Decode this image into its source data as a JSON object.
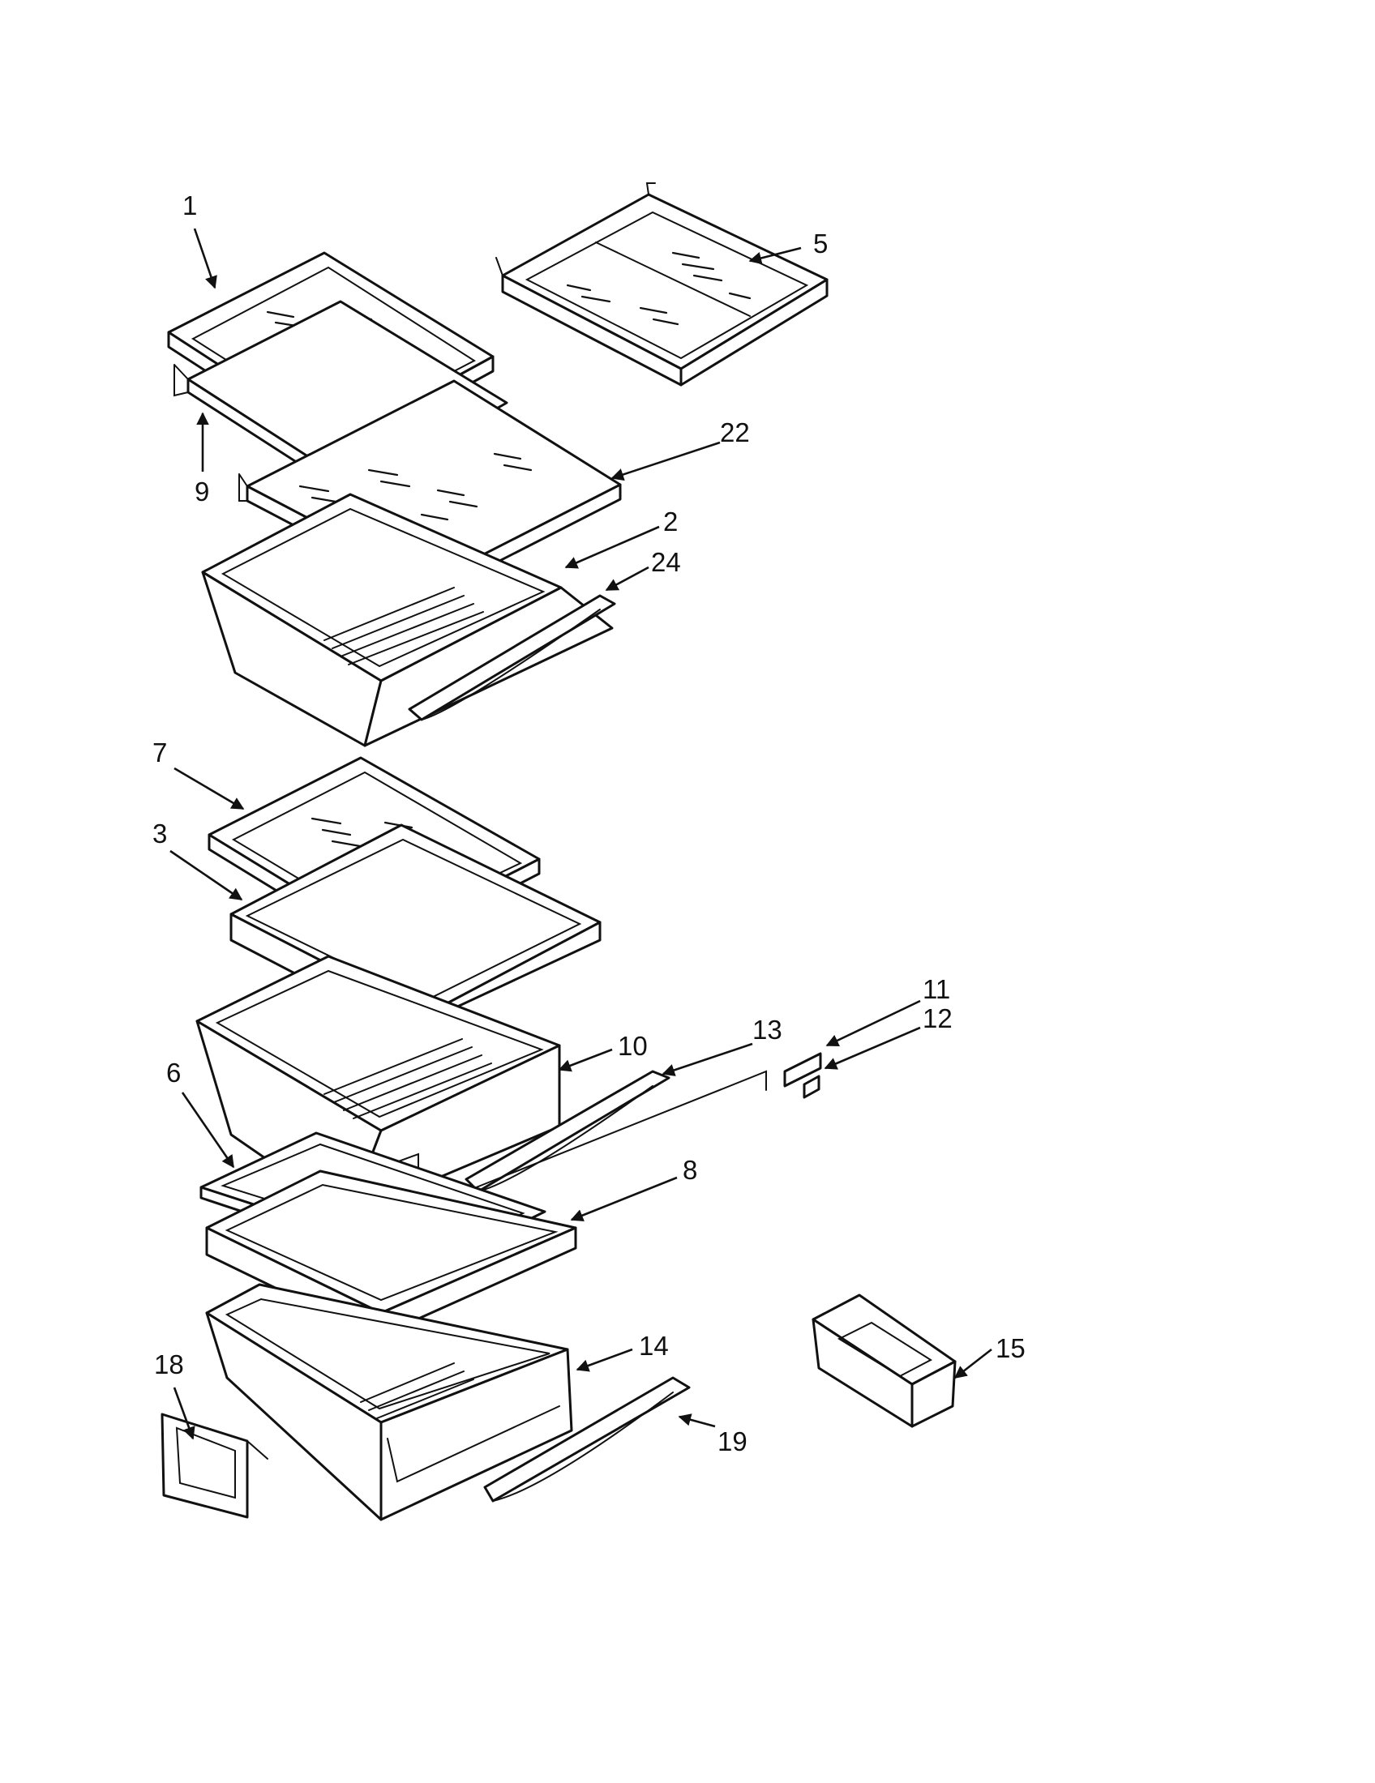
{
  "diagram": {
    "colors": {
      "line": "#111111",
      "background": "#ffffff"
    },
    "callouts": {
      "c1": "1",
      "c2": "2",
      "c3": "3",
      "c5": "5",
      "c6": "6",
      "c7": "7",
      "c8": "8",
      "c9": "9",
      "c10": "10",
      "c11": "11",
      "c12": "12",
      "c13": "13",
      "c14": "14",
      "c15": "15",
      "c18": "18",
      "c19": "19",
      "c22": "22",
      "c24": "24"
    }
  }
}
